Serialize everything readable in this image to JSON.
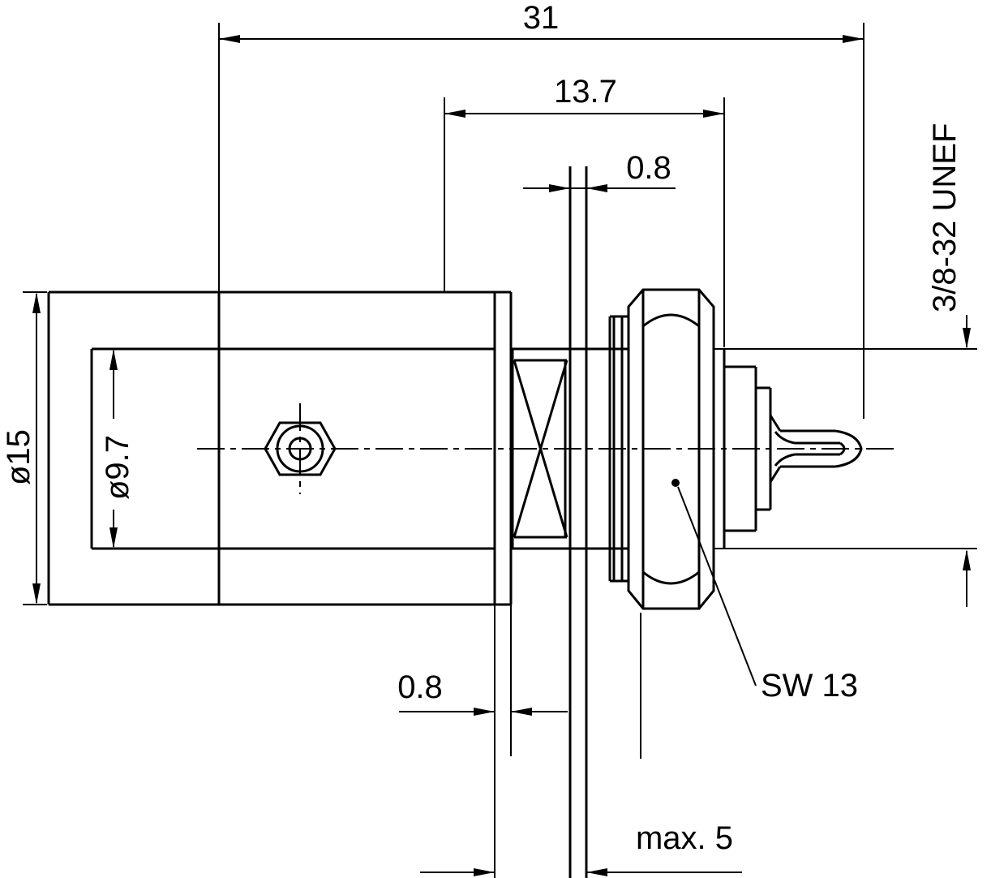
{
  "colors": {
    "background": "#ffffff",
    "line": "#000000"
  },
  "labels": {
    "overall_length": "31",
    "mid_length": "13.7",
    "panel_thickness": "0.8",
    "thread_spec": "3/8-32 UNEF",
    "outer_diameter": "ø15",
    "inner_diameter": "ø9.7",
    "flange_thickness": "0.8",
    "wrench_size": "SW 13",
    "max_panel_thickness": "max. 5"
  }
}
